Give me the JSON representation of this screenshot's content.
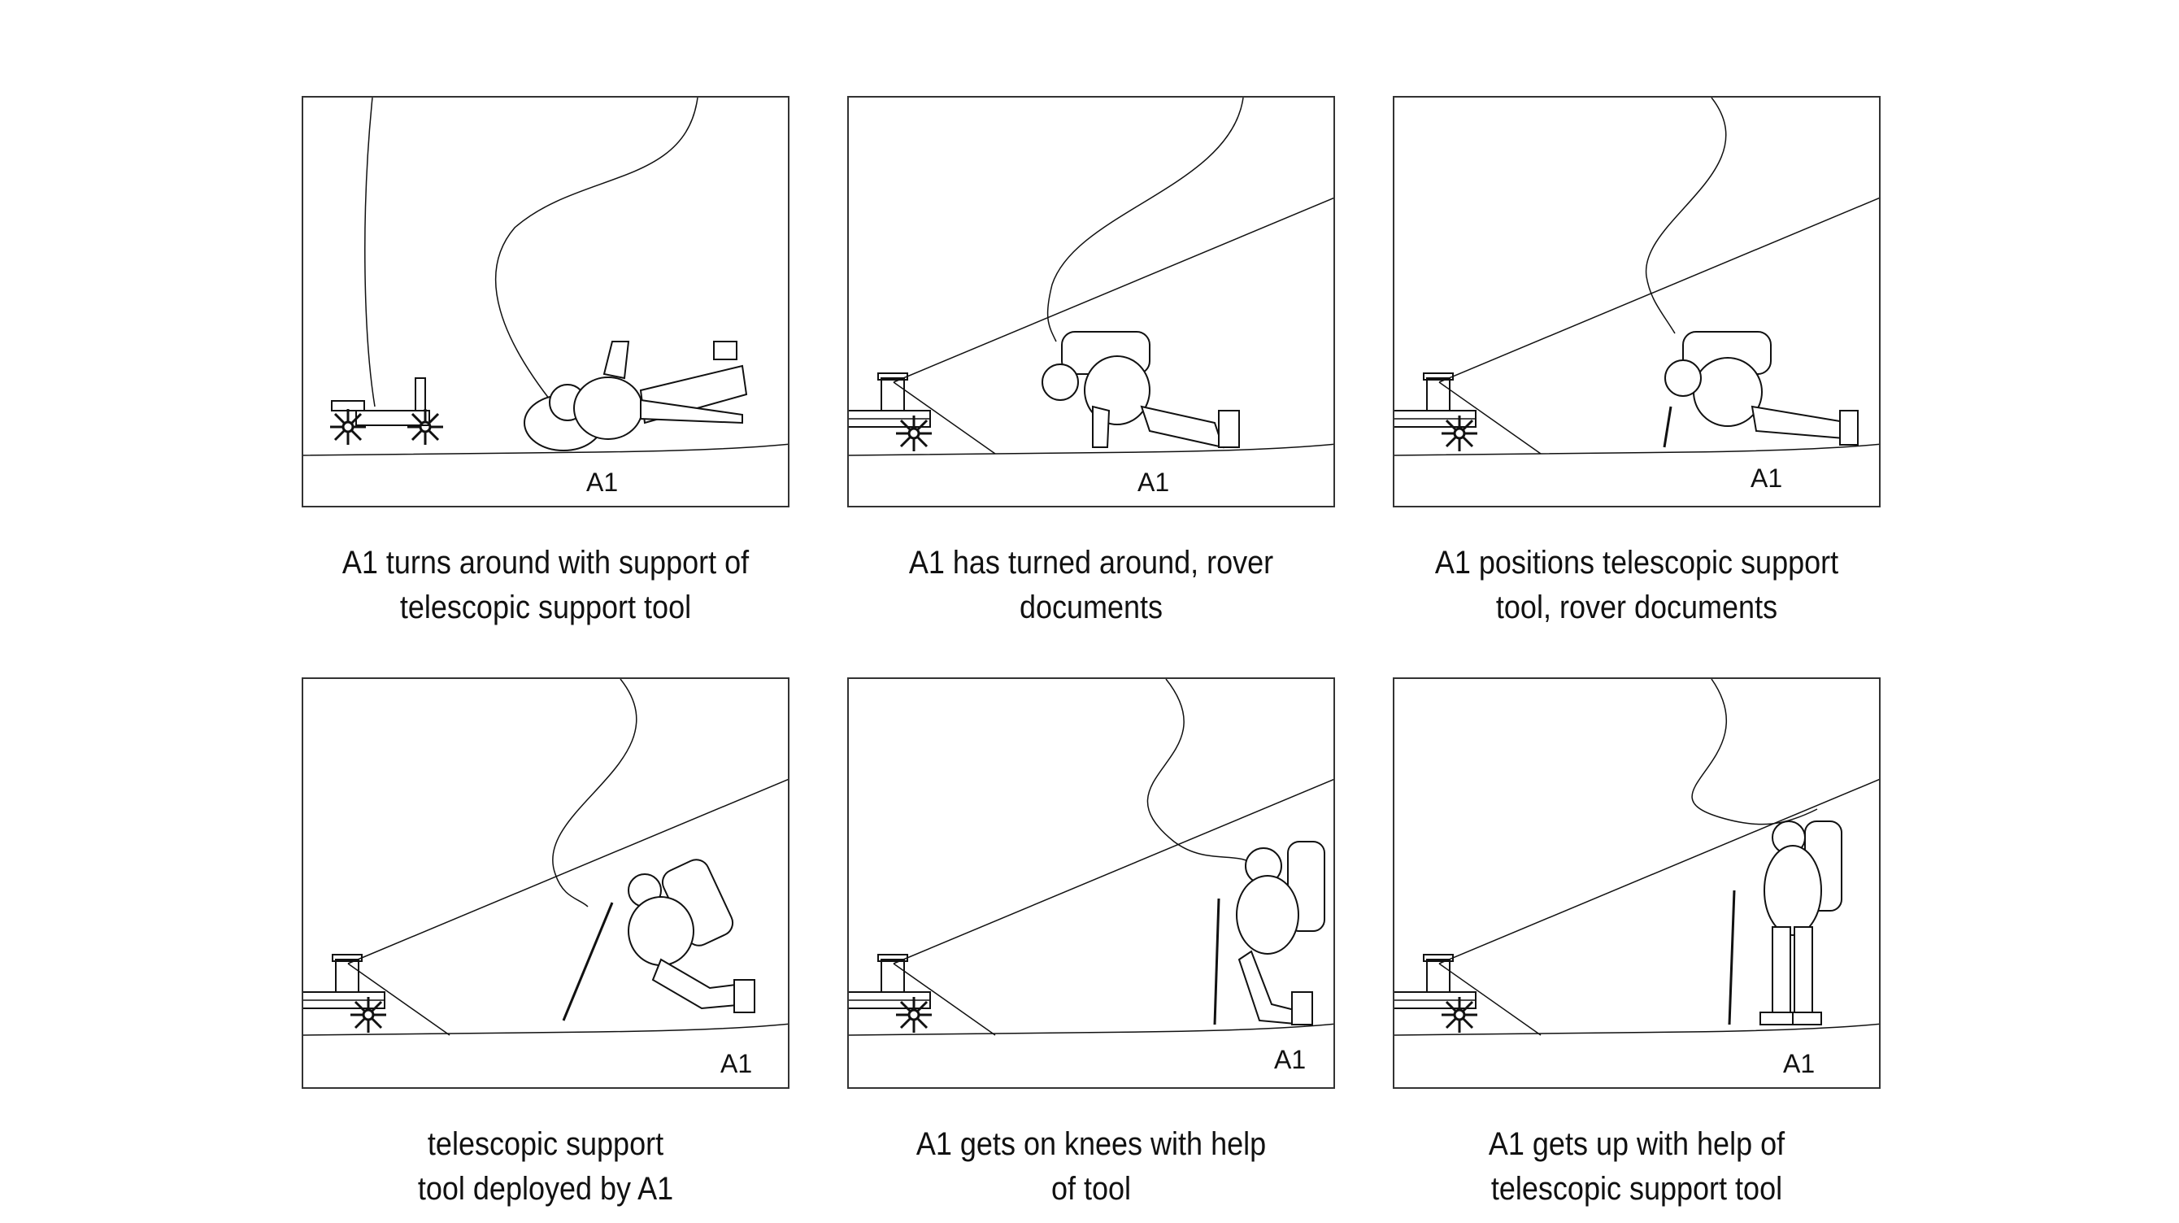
{
  "panels": [
    {
      "label": "A1",
      "caption": [
        "A1 turns around with support of",
        "telescopic support tool"
      ]
    },
    {
      "label": "A1",
      "caption": [
        "A1 has turned around, rover",
        "documents"
      ]
    },
    {
      "label": "A1",
      "caption": [
        "A1 positions telescopic support",
        "tool, rover documents"
      ]
    },
    {
      "label": "A1",
      "caption": [
        "telescopic support",
        "tool deployed by A1"
      ]
    },
    {
      "label": "A1",
      "caption": [
        "A1 gets on knees with help",
        "of tool"
      ]
    },
    {
      "label": "A1",
      "caption": [
        "A1 gets up with help of",
        "telescopic support tool"
      ]
    }
  ]
}
